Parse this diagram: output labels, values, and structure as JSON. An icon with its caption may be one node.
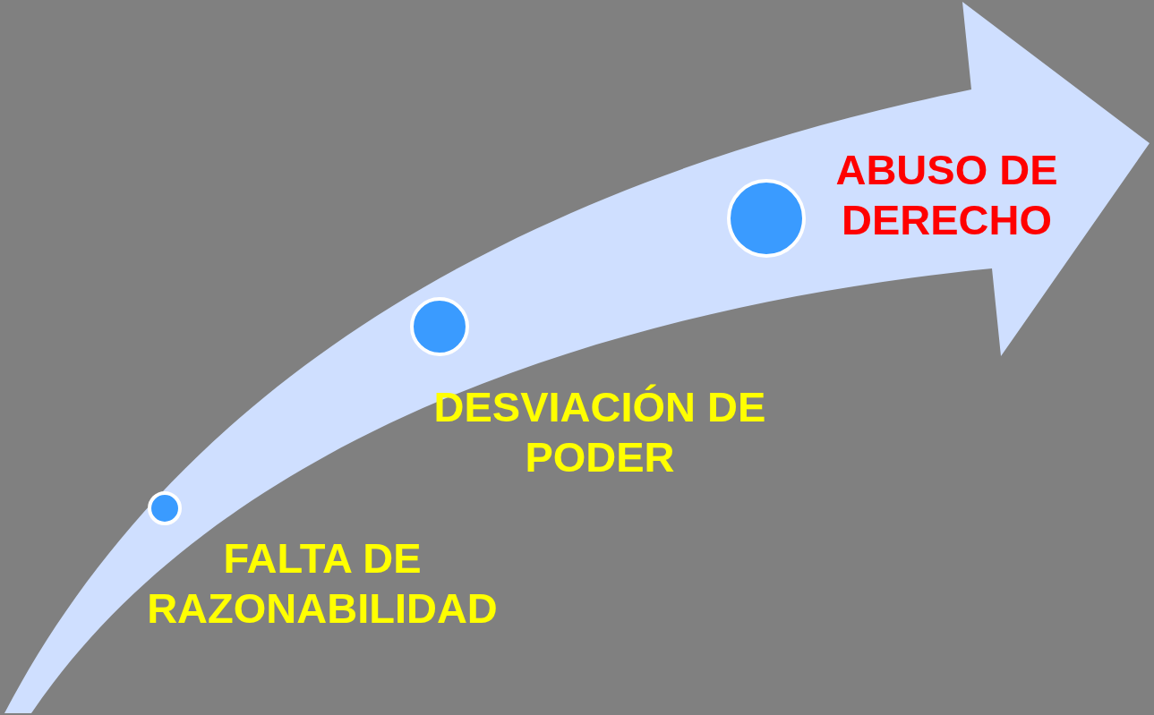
{
  "diagram": {
    "nodes": [
      {
        "text": [
          "FALTA DE RAZONABILIDAD"
        ]
      },
      {
        "text": [
          "DESVIACIÓN DE PODER"
        ]
      },
      {
        "text": [
          "ABUSO DE DERECHO"
        ]
      }
    ]
  }
}
